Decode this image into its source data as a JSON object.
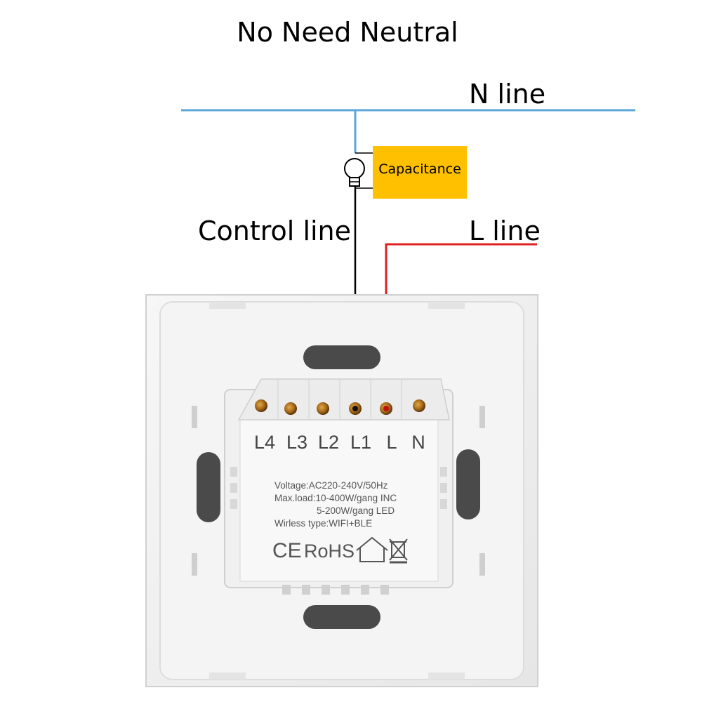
{
  "title": "No Need Neutral",
  "labels": {
    "n_line": "N line",
    "control_line": "Control line",
    "l_line": "L line",
    "capacitance": "Capacitance"
  },
  "terminals": [
    "L4",
    "L3",
    "L2",
    "L1",
    "L",
    "N"
  ],
  "specs": {
    "voltage": "Voltage:AC220-240V/50Hz",
    "max_load_inc": "Max.load:10-400W/gang  INC",
    "max_load_led": "5-200W/gang  LED",
    "wireless": "Wirless type:WIFI+BLE"
  },
  "marks": {
    "ce": "CE",
    "rohs": "RoHS"
  },
  "colors": {
    "n_wire": "#5BA7D9",
    "l_wire": "#E02020",
    "control_wire": "#000000",
    "capacitance_box": "#FFC000"
  },
  "icons": [
    "bulb-icon",
    "home-icon",
    "weee-bin-icon"
  ]
}
